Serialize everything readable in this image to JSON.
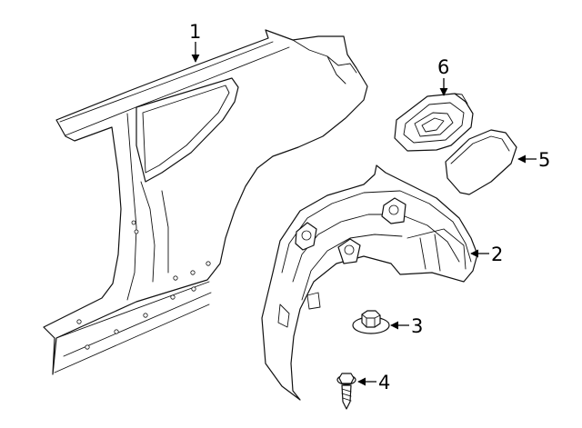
{
  "diagram": {
    "callouts": [
      {
        "id": "1",
        "label": "1",
        "part": "quarter-panel"
      },
      {
        "id": "2",
        "label": "2",
        "part": "wheelhouse-liner"
      },
      {
        "id": "3",
        "label": "3",
        "part": "nut"
      },
      {
        "id": "4",
        "label": "4",
        "part": "screw"
      },
      {
        "id": "5",
        "label": "5",
        "part": "fuel-door"
      },
      {
        "id": "6",
        "label": "6",
        "part": "fuel-pocket"
      }
    ]
  }
}
